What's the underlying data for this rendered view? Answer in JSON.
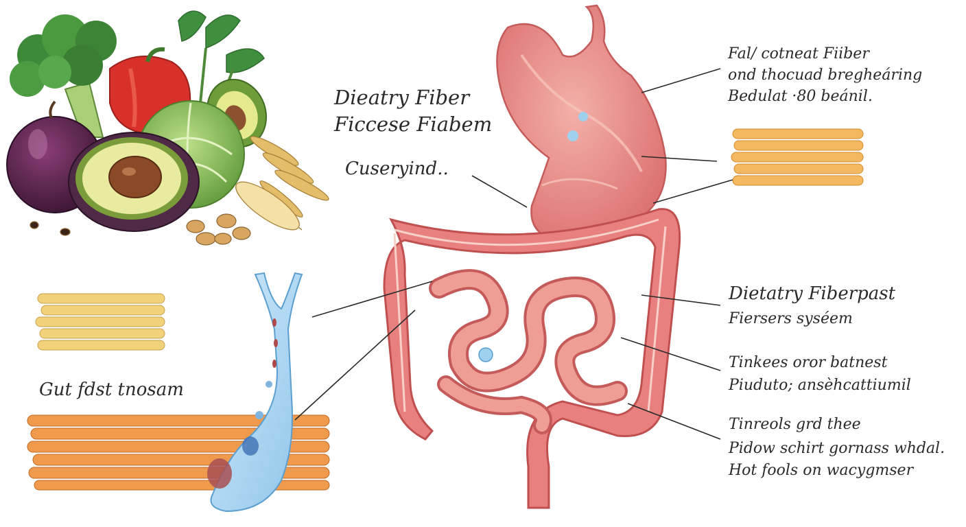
{
  "labels": {
    "title_line1": "Dieatry Fiber",
    "title_line2": "Ficcese Fiabem",
    "left_callout": "Cuseryind..",
    "gut_label": "Gut fdst tnosam",
    "top_right_line1": "Fal/ cotneat Fiiber",
    "top_right_line2": "ond thocuad bregheáring",
    "top_right_line3": "Bedulat ·80 beánil.",
    "mid_right_line1": "Dietatry Fiberpast",
    "mid_right_line2": "Fiersers syséem",
    "lower_right_line1": "Tinkees oror batnest",
    "lower_right_line2": "Piuduto; ansèhcattiumil",
    "bottom_right_line1": "Tinreols grd thee",
    "bottom_right_line2": "Pidow schirt gornass whdal.",
    "bottom_right_line3": "Hot fools on wacygmser"
  },
  "colors": {
    "ink": "#2a2a2a",
    "intestine": "#e98080",
    "intestine_dark": "#c85a5a",
    "fiber_yellow": "#f1d17a",
    "fiber_orange": "#ef9a4d",
    "water_blue": "#9fd0ee"
  }
}
